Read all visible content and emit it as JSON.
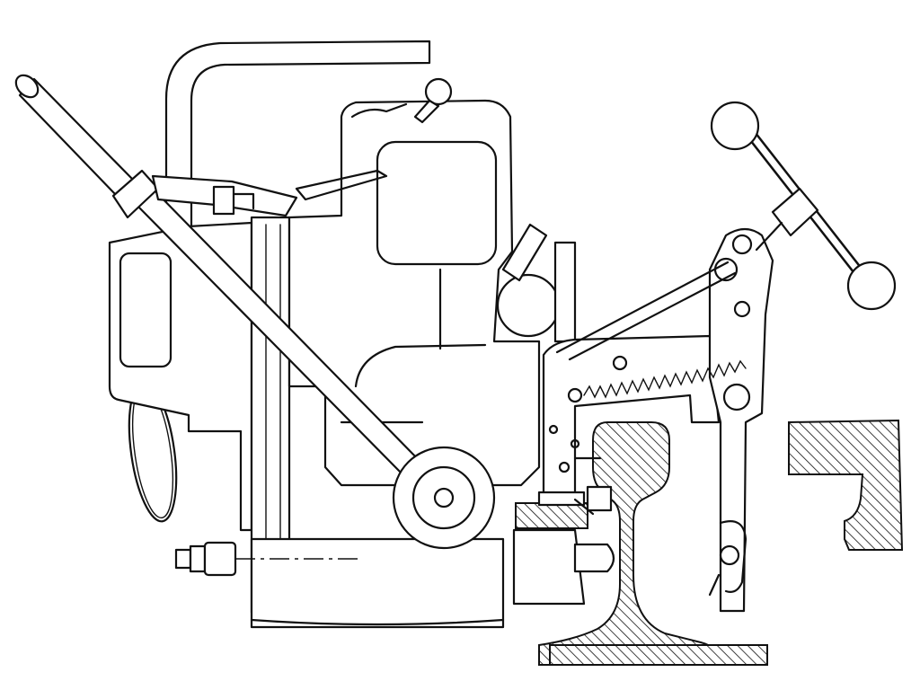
{
  "figure": {
    "subject": "rail-drilling-machine-clamped-to-rail",
    "background_color": "#ffffff",
    "ink_color": "#111111",
    "components": [
      "top-carry-handle",
      "feed-lever-with-grip",
      "feed-hub-knob",
      "motor-housing",
      "electrical-cable-loop",
      "coolant-nozzle",
      "drill-spindle-and-cutter",
      "rail-clamp-frame",
      "tension-spring",
      "t-handle-clamp-screw",
      "retaining-pin",
      "rail-section",
      "fishplate-section"
    ]
  }
}
